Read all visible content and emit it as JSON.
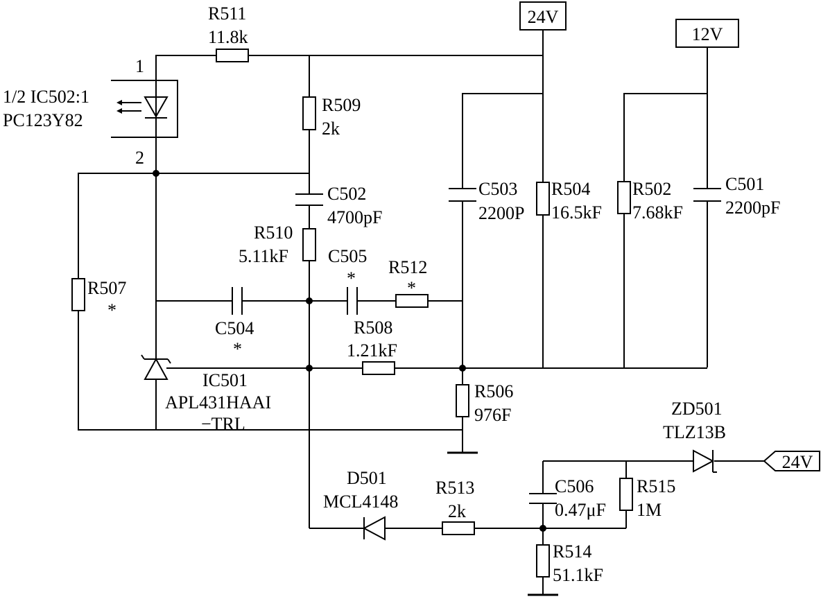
{
  "rails": {
    "v24_top": "24V",
    "v12_top": "12V",
    "v24_tag": "24V"
  },
  "pins": {
    "pin1": "1",
    "pin2": "2"
  },
  "components": {
    "r511": {
      "ref": "R511",
      "value": "11.8k"
    },
    "ic502": {
      "ref": "1/2 IC502:1",
      "value": "PC123Y82"
    },
    "r509": {
      "ref": "R509",
      "value": "2k"
    },
    "c502": {
      "ref": "C502",
      "value": "4700pF"
    },
    "r510": {
      "ref": "R510",
      "value": "5.11kF"
    },
    "c505": {
      "ref": "C505",
      "value": "*"
    },
    "r512": {
      "ref": "R512",
      "value": "*"
    },
    "r507": {
      "ref": "R507",
      "value": "*"
    },
    "c504": {
      "ref": "C504",
      "value": "*"
    },
    "r508": {
      "ref": "R508",
      "value": "1.21kF"
    },
    "ic501": {
      "ref": "IC501",
      "value": "APL431HAAI",
      "value2": "−TRL"
    },
    "c503": {
      "ref": "C503",
      "value": "2200P"
    },
    "r504": {
      "ref": "R504",
      "value": "16.5kF"
    },
    "r502": {
      "ref": "R502",
      "value": "7.68kF"
    },
    "c501": {
      "ref": "C501",
      "value": "2200pF"
    },
    "r506": {
      "ref": "R506",
      "value": "976F"
    },
    "zd501": {
      "ref": "ZD501",
      "value": "TLZ13B"
    },
    "d501": {
      "ref": "D501",
      "value": "MCL4148"
    },
    "r513": {
      "ref": "R513",
      "value": "2k"
    },
    "c506": {
      "ref": "C506",
      "value": "0.47μF"
    },
    "r515": {
      "ref": "R515",
      "value": "1M"
    },
    "r514": {
      "ref": "R514",
      "value": "51.1kF"
    }
  }
}
